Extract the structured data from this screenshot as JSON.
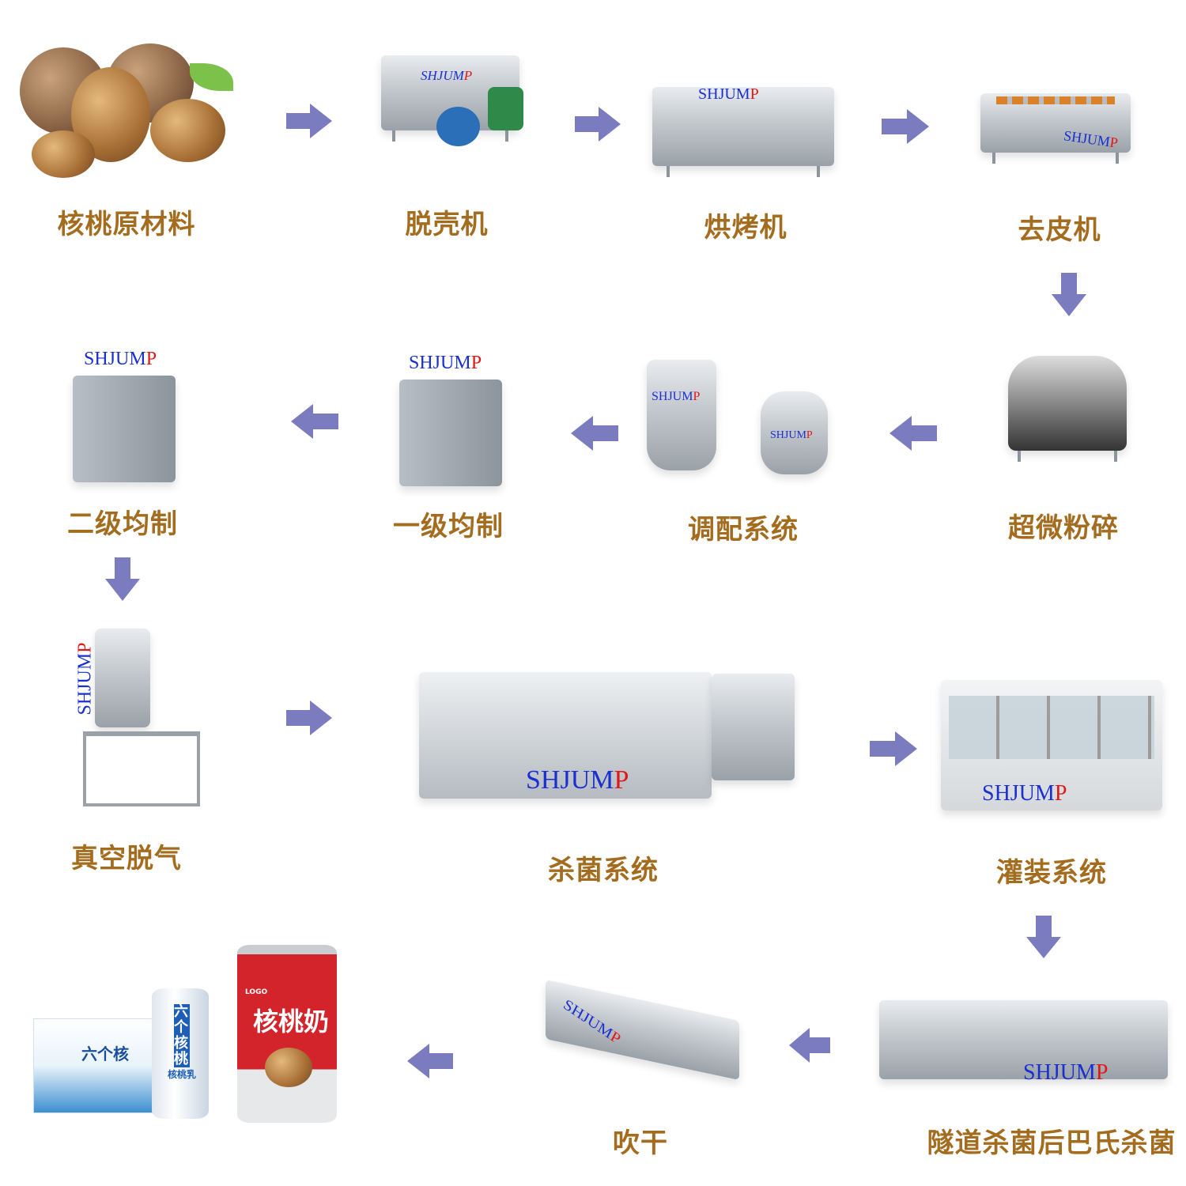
{
  "brand": {
    "logo_main": "SHJUM",
    "logo_end": "P"
  },
  "colors": {
    "label": "#a36c1e",
    "arrow": "#7b7bc0",
    "logo_blue": "#1a2fd0",
    "logo_red": "#e01818"
  },
  "steps": [
    {
      "label": "核桃原材料"
    },
    {
      "label": "脱壳机"
    },
    {
      "label": "烘烤机"
    },
    {
      "label": "去皮机"
    },
    {
      "label": "超微粉碎"
    },
    {
      "label": "调配系统"
    },
    {
      "label": "一级均制"
    },
    {
      "label": "二级均制"
    },
    {
      "label": "真空脱气"
    },
    {
      "label": "杀菌系统"
    },
    {
      "label": "灌装系统"
    },
    {
      "label": "隧道杀菌后巴氏杀菌"
    },
    {
      "label": "吹干"
    }
  ],
  "products": {
    "can_red_title": "核桃奶",
    "can_red_logo": "LOGO",
    "can_white_title": "六个核桃",
    "can_white_sub": "核桃乳",
    "box_title": "六个核"
  }
}
